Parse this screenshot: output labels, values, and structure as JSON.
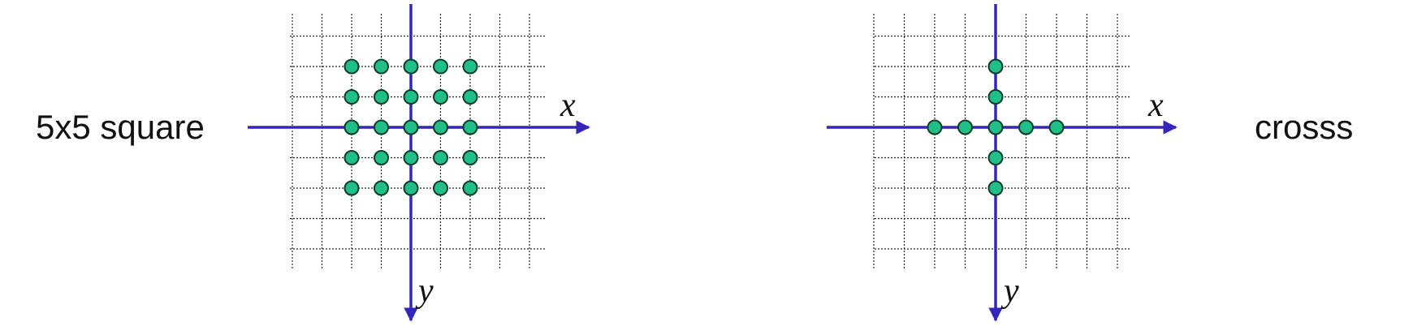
{
  "colors": {
    "axis": "#3426b8",
    "grid": "#222222",
    "dot_fill": "#1fbf86",
    "dot_stroke": "#0d3b2a",
    "text": "#111111"
  },
  "diagrams": [
    {
      "label": "5x5 square",
      "x_axis_label": "x",
      "y_axis_label": "y",
      "points": [
        [
          -2,
          -2
        ],
        [
          -1,
          -2
        ],
        [
          0,
          -2
        ],
        [
          1,
          -2
        ],
        [
          2,
          -2
        ],
        [
          -2,
          -1
        ],
        [
          -1,
          -1
        ],
        [
          0,
          -1
        ],
        [
          1,
          -1
        ],
        [
          2,
          -1
        ],
        [
          -2,
          0
        ],
        [
          -1,
          0
        ],
        [
          0,
          0
        ],
        [
          1,
          0
        ],
        [
          2,
          0
        ],
        [
          -2,
          1
        ],
        [
          -1,
          1
        ],
        [
          0,
          1
        ],
        [
          1,
          1
        ],
        [
          2,
          1
        ],
        [
          -2,
          2
        ],
        [
          -1,
          2
        ],
        [
          0,
          2
        ],
        [
          1,
          2
        ],
        [
          2,
          2
        ]
      ]
    },
    {
      "label": "crosss",
      "x_axis_label": "x",
      "y_axis_label": "y",
      "points": [
        [
          0,
          -2
        ],
        [
          0,
          -1
        ],
        [
          -2,
          0
        ],
        [
          -1,
          0
        ],
        [
          0,
          0
        ],
        [
          1,
          0
        ],
        [
          2,
          0
        ],
        [
          0,
          1
        ],
        [
          0,
          2
        ]
      ]
    }
  ]
}
